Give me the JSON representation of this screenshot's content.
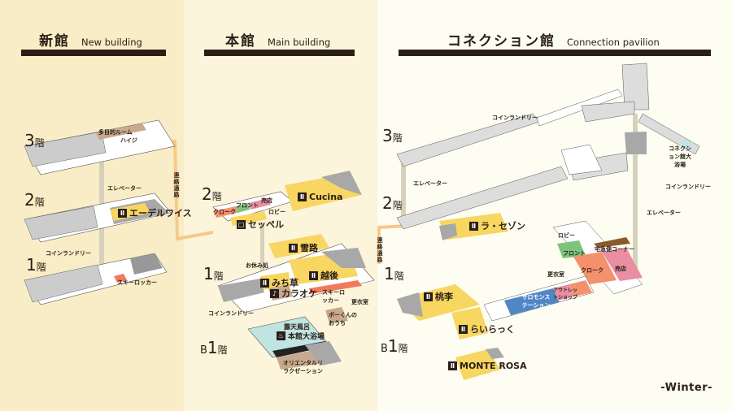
{
  "colors": {
    "new_bg": "#f8edc6",
    "main_bg": "#fcf5dc",
    "conn_bg": "#fefdf2",
    "restaurant": "#f7d662",
    "grey_area": "#a8a8a8",
    "locker": "#f27a5a",
    "front": "#7cc47c",
    "shop": "#e98ea3",
    "cloak": "#f4906b",
    "bath": "#bfe4e2",
    "salomon": "#4f86c6",
    "brown": "#c7aa8d",
    "corridor": "#f7c987",
    "elevator_shaft": "#d7d1bb"
  },
  "buildings": {
    "new": {
      "title_jp": "新館",
      "title_en": "New building"
    },
    "main": {
      "title_jp": "本館",
      "title_en": "Main building"
    },
    "conn": {
      "title_jp": "コネクション館",
      "title_en": "Connection pavilion"
    }
  },
  "floors": {
    "f3": {
      "num": "3",
      "suffix": "階"
    },
    "f2": {
      "num": "2",
      "suffix": "階"
    },
    "f1": {
      "num": "1",
      "suffix": "階"
    },
    "b1": {
      "prefix": "B",
      "num": "1",
      "suffix": "階"
    }
  },
  "new_building": {
    "multipurpose": "多目的ルーム",
    "heiji": "ハイジ",
    "elevator": "エレベーター",
    "edelweiss": "エーデルワイス",
    "coin_laundry": "コインランドリー",
    "ski_locker": "スキーロッカー",
    "corridor": "連絡通路"
  },
  "main_building": {
    "cloak": "クローク",
    "front": "フロント",
    "shop": "売店",
    "lobby": "ロビー",
    "cucina": "Cucina",
    "seppel": "セッペル",
    "yukiji": "雪路",
    "rest_area": "お休み処",
    "echigo": "越後",
    "michikusa": "みち草",
    "karaoke": "カラオケ",
    "ski_locker": "スキーロッカー",
    "changing_room": "更衣室",
    "coin_laundry": "コインランドリー",
    "pokun_house": "ポーくんのおうち",
    "open_bath": "露天風呂",
    "main_bath": "本館大浴場",
    "oriental": "オリエンタルリラクゼーション",
    "corridor": "連絡通路"
  },
  "connection_pavilion": {
    "coin_laundry_3f": "コインランドリー",
    "elevator_3f": "エレベーター",
    "bath": "コネクション館大浴場",
    "coin_laundry_2f": "コインランドリー",
    "elevator_2f": "エレベーター",
    "la_saison": "ラ・セゾン",
    "lobby": "ロビー",
    "takkyubin": "宅急便コーナー",
    "front": "フロント",
    "cloak": "クローク",
    "shop": "売店",
    "changing_room": "更衣室",
    "outlet_shop": "アウトレットショップ",
    "salomon": "サロモンステーション",
    "touri": "桃李",
    "rairakku": "らいらっく",
    "monte_rosa": "MONTE ROSA"
  },
  "season": "-Winter-"
}
